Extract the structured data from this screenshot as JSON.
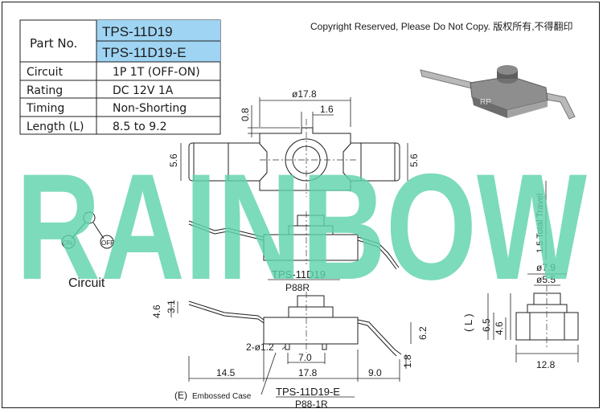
{
  "spec_table": {
    "part_no_label": "Part No.",
    "part_numbers": [
      "TPS-11D19",
      "TPS-11D19-E"
    ],
    "rows": [
      {
        "label": "Circuit",
        "value": "1P 1T (OFF-ON)"
      },
      {
        "label": "Rating",
        "value": "DC 12V 1A"
      },
      {
        "label": "Timing",
        "value": "Non-Shorting"
      },
      {
        "label": "Length (L)",
        "value": "8.5 to 9.2"
      }
    ],
    "highlight_color": "#9fd4f3"
  },
  "copyright": "Copyright Reserved, Please Do Not Copy. 版权所有,不得翻印",
  "watermark": {
    "text": "RAINBOW",
    "color": "#5fd3ab"
  },
  "product_badge": "RP",
  "circuit": {
    "on_label": "ON",
    "off_label": "OFF",
    "title": "Circuit"
  },
  "top_view": {
    "dims": {
      "width": "ø17.8",
      "hole": "1.6",
      "notch": "0.8",
      "left_height": "5.6",
      "right_height": "5.6"
    }
  },
  "model_a": {
    "part": "TPS-11D19",
    "code": "P88R"
  },
  "model_b": {
    "part": "TPS-11D19-E",
    "code": "P88-1R"
  },
  "side_view": {
    "dims": {
      "h1": "4.6",
      "h2": "3.1",
      "holes": "2-ø1.2",
      "pitch": "7.0",
      "left_len": "14.5",
      "body_len": "17.8",
      "right_len": "9.0",
      "body_h": "6.2",
      "lead_h": "1.8"
    },
    "embossed_label": "(E)",
    "embossed_text": "Embossed Case"
  },
  "right_view": {
    "dims": {
      "outer_d": "ø7.9",
      "inner_d": "ø5.5",
      "length_label": "( L )",
      "h_total": "6.5",
      "h_inner": "4.6",
      "width": "12.8",
      "travel": "1.5 Total Travel"
    }
  }
}
